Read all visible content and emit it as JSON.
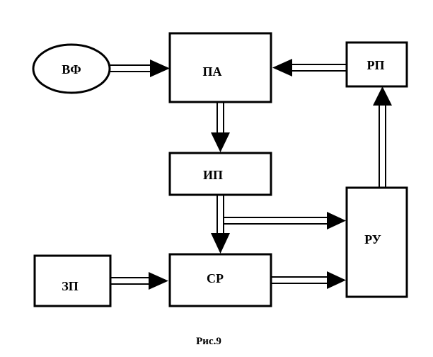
{
  "nodes": {
    "vf": "ВФ",
    "pa": "ПА",
    "rp": "РП",
    "ip": "ИП",
    "ru": "РУ",
    "zp": "ЗП",
    "sr": "СР"
  },
  "caption": "Рис.9",
  "colors": {
    "stroke": "#000000",
    "fill": "#ffffff"
  }
}
